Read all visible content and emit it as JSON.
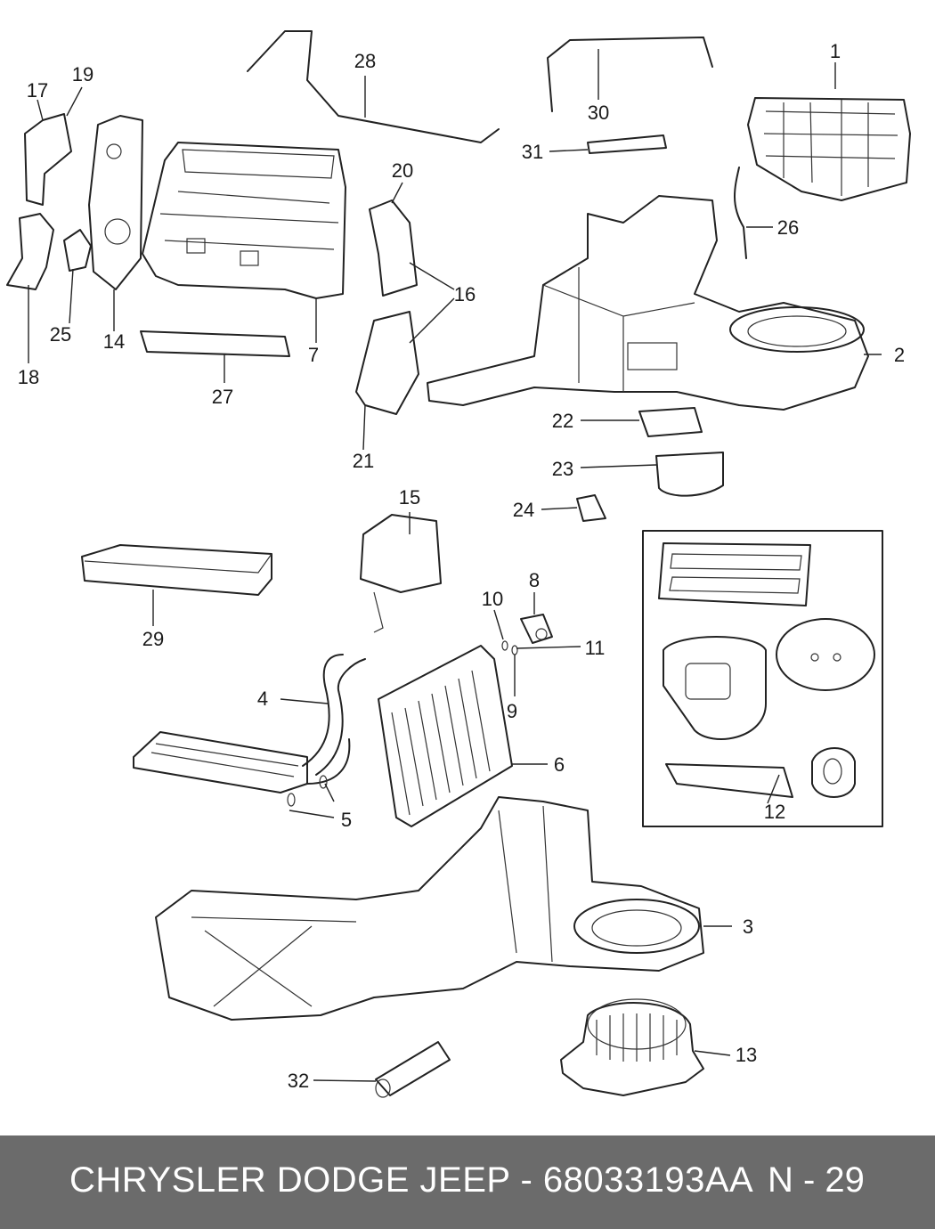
{
  "callouts": [
    "1",
    "2",
    "3",
    "4",
    "5",
    "6",
    "7",
    "8",
    "9",
    "10",
    "11",
    "12",
    "13",
    "14",
    "15",
    "16",
    "17",
    "18",
    "19",
    "20",
    "21",
    "22",
    "23",
    "24",
    "25",
    "26",
    "27",
    "28",
    "29",
    "30",
    "31",
    "32"
  ],
  "footer": {
    "title": "CHRYSLER DODGE JEEP - 68033193AA",
    "page": "N - 29"
  },
  "colors": {
    "footer_bg": "#6b6b6b",
    "footer_text": "#ffffff",
    "line": "#222222"
  }
}
